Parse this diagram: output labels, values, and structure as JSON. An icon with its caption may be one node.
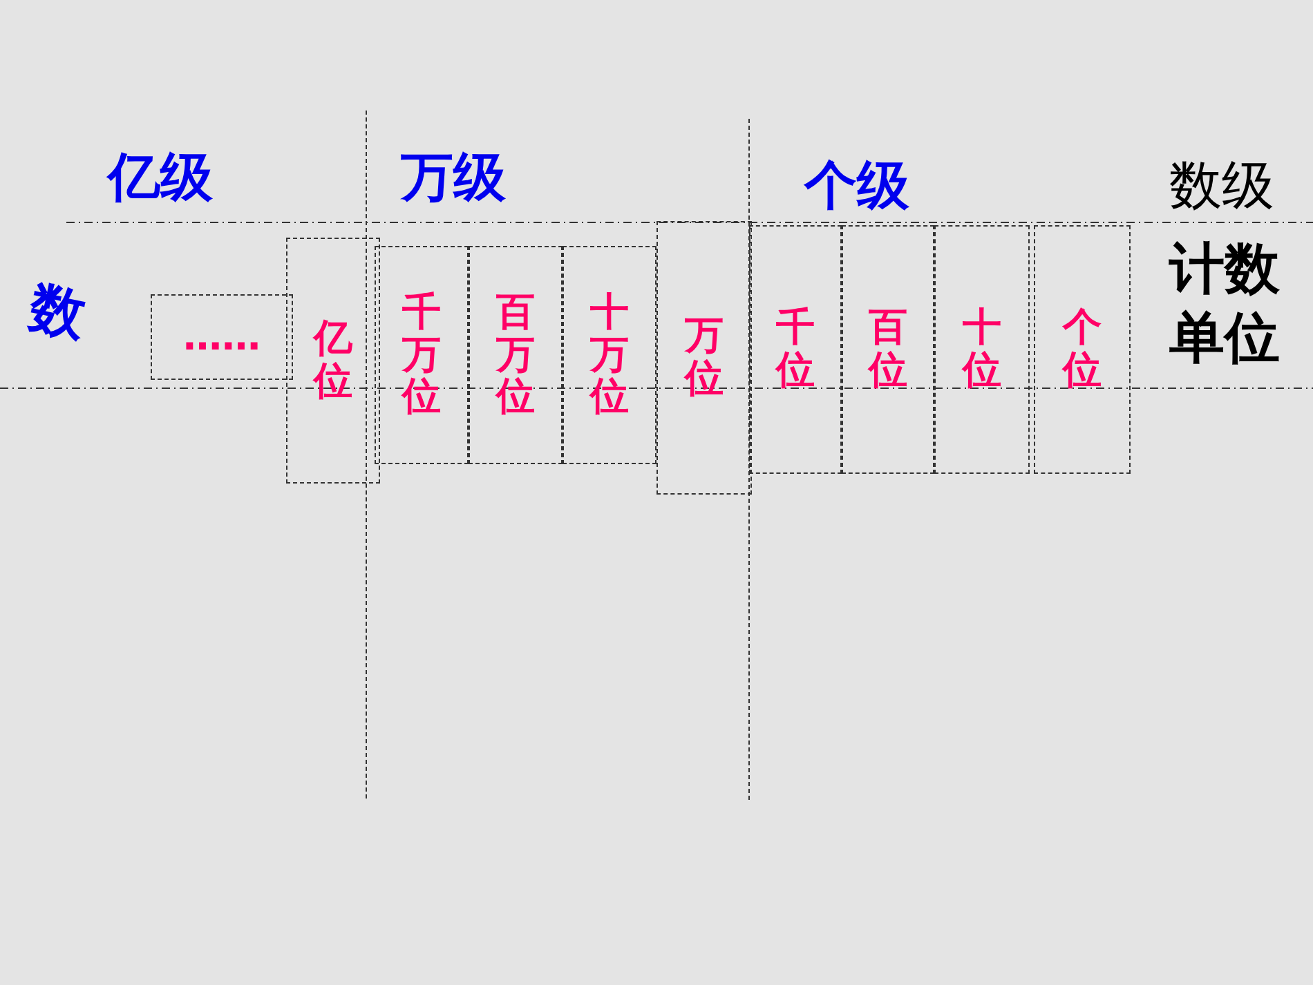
{
  "diagram": {
    "nodes": [
      {
        "text": [
          "……"
        ]
      },
      {
        "text": [
          "亿",
          "位"
        ]
      },
      {
        "text": [
          "千万",
          "位"
        ]
      },
      {
        "text": [
          "百万",
          "位"
        ]
      },
      {
        "text": [
          "十万",
          "位"
        ]
      },
      {
        "text": [
          "万",
          "位"
        ]
      },
      {
        "text": [
          "千",
          "位"
        ]
      },
      {
        "text": [
          "百",
          "位"
        ]
      },
      {
        "text": [
          "十",
          "位"
        ]
      },
      {
        "text": [
          "个",
          "位"
        ]
      }
    ],
    "labels": [
      "亿级",
      "万级",
      "个级",
      "数级",
      "数",
      "计数单位"
    ]
  }
}
